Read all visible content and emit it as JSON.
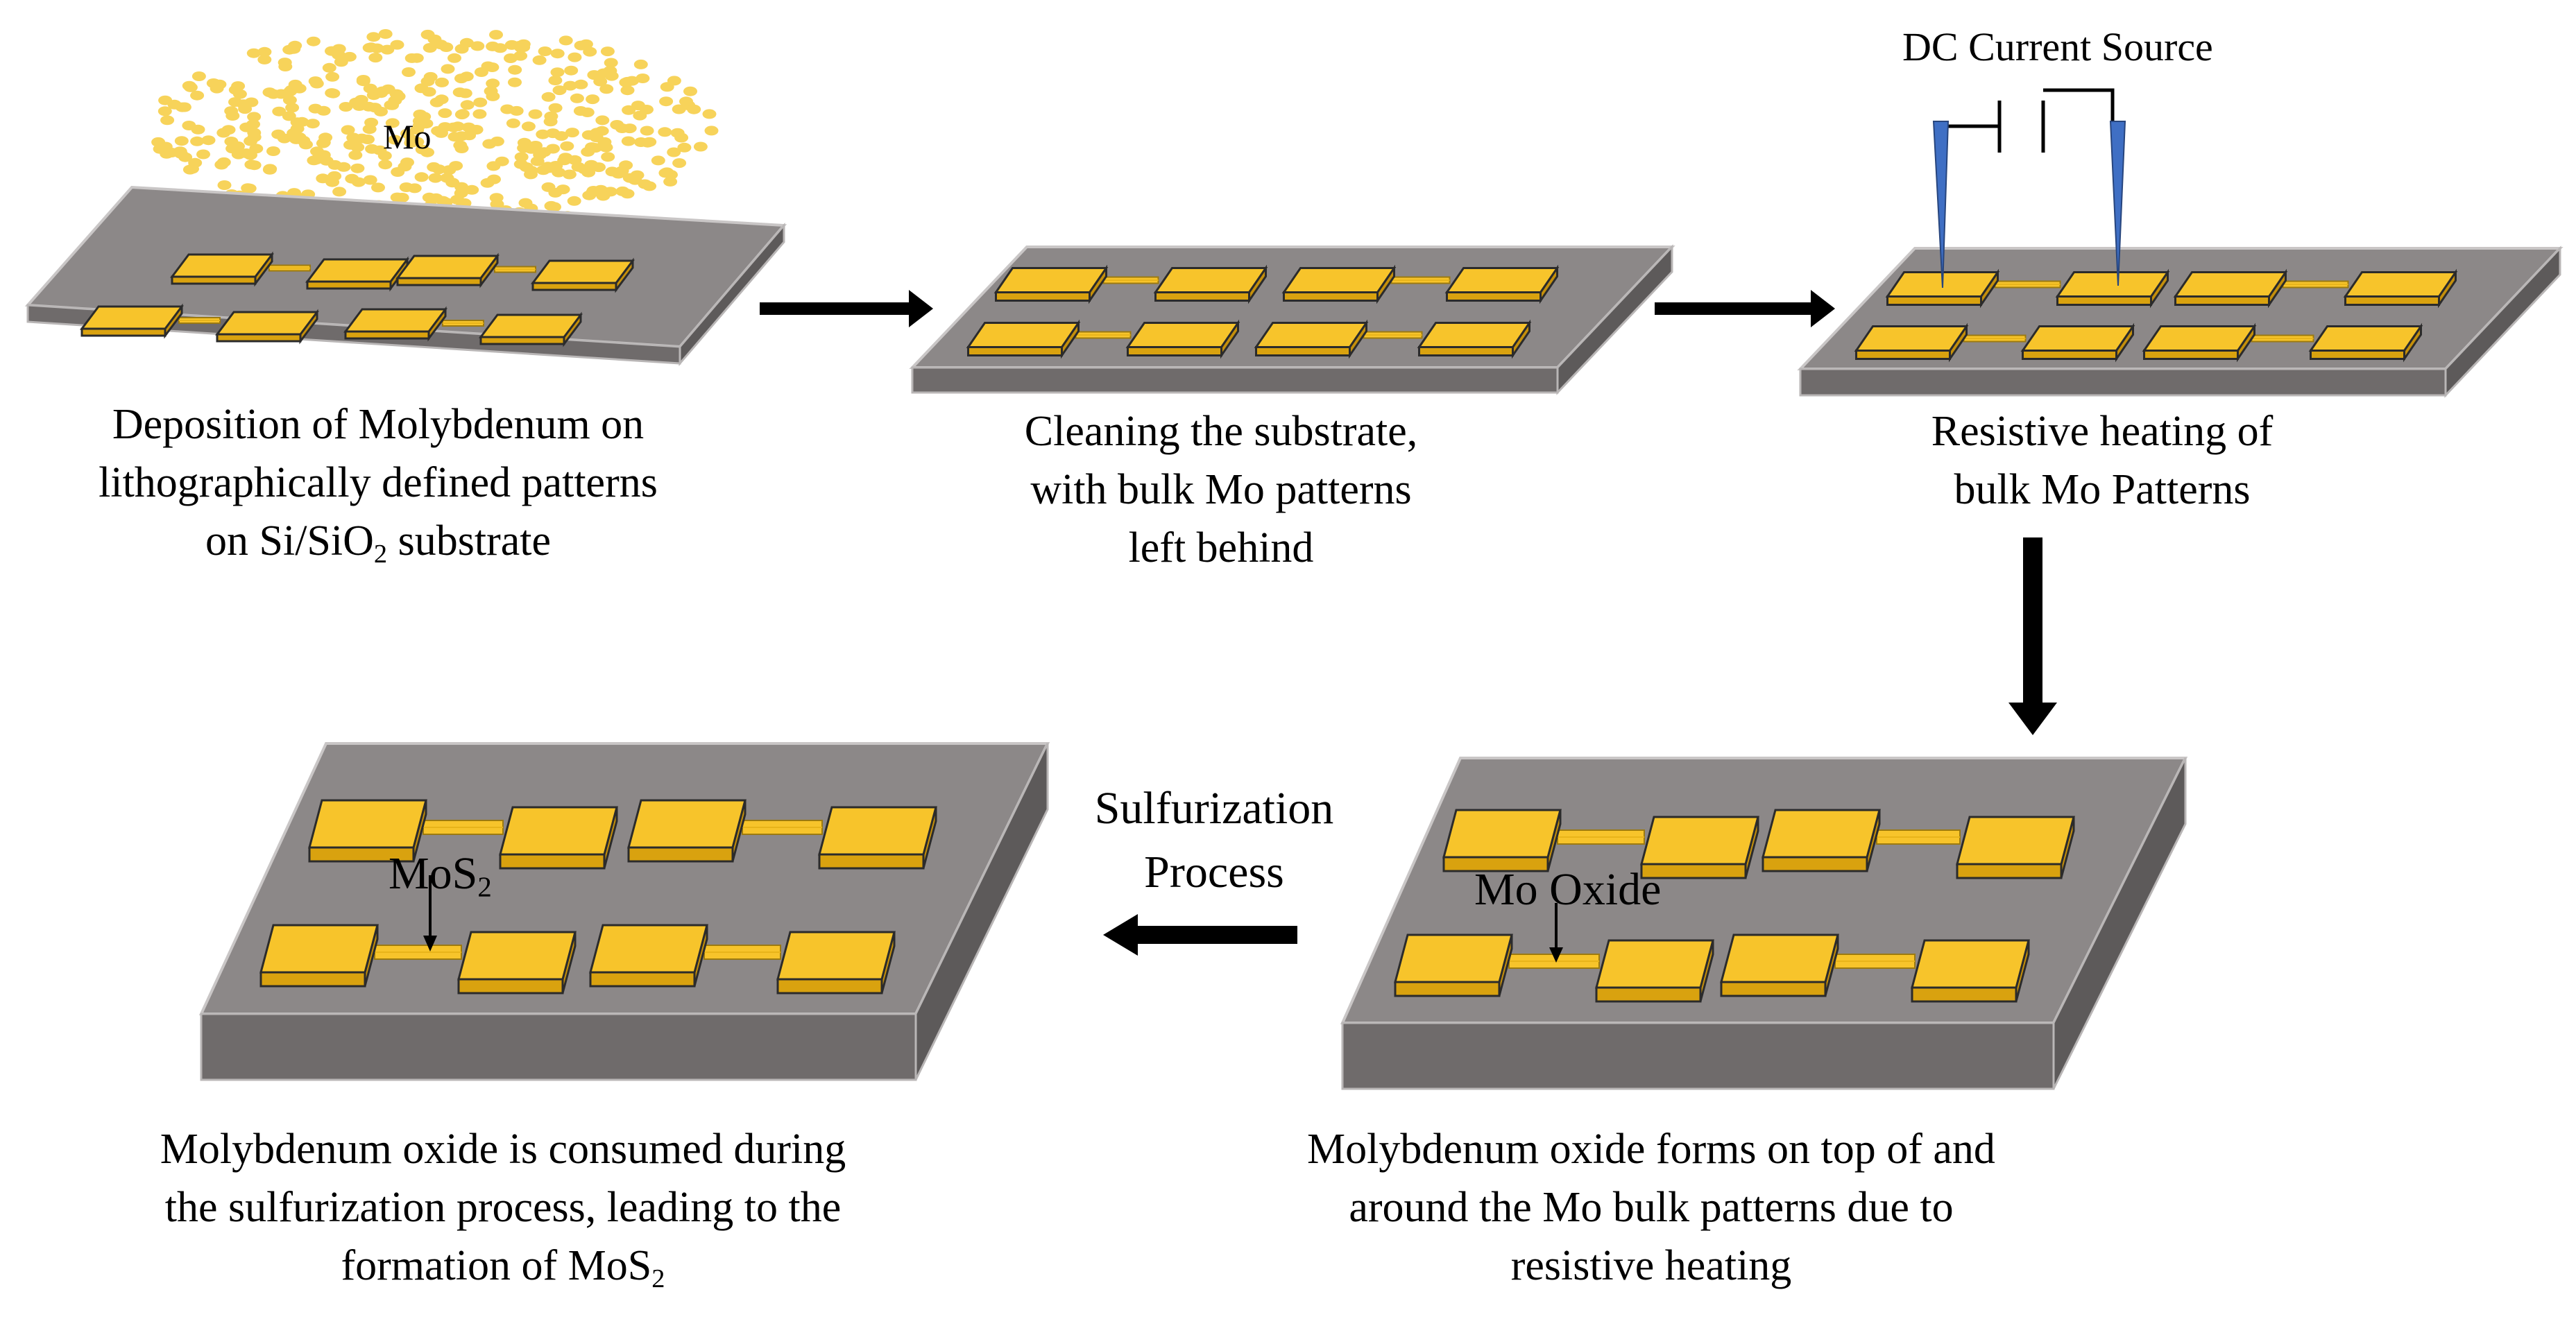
{
  "colors": {
    "substrate_top": "#8c8888",
    "substrate_front": "#6f6b6b",
    "substrate_side": "#5d5a5a",
    "pad_top": "#f7c42b",
    "pad_side": "#d9a20f",
    "mo_dots": "#f7d35a",
    "probe": "#3f6fc4",
    "arrow": "#000000"
  },
  "labels": {
    "mo": "Mo",
    "dc_source": "DC Current Source",
    "mo_oxide": "Mo Oxide",
    "mos2_base": "MoS",
    "mos2_sub": "2"
  },
  "captions": {
    "step1": {
      "line1": "Deposition of Molybdenum on",
      "line2": "lithographically defined patterns",
      "line3_pre": "on Si/SiO",
      "line3_sub": "2",
      "line3_post": " substrate"
    },
    "step2": {
      "line1": "Cleaning the substrate,",
      "line2": "with bulk Mo patterns",
      "line3": "left behind"
    },
    "step3": {
      "line1": "Resistive heating of",
      "line2": "bulk Mo Patterns"
    },
    "step4": {
      "line1": "Molybdenum oxide forms on top of and",
      "line2": "around the Mo bulk patterns due to",
      "line3": "resistive heating"
    },
    "step5": {
      "line1": "Molybdenum oxide is consumed during",
      "line2": "the sulfurization process, leading to the",
      "line3_pre": "formation of MoS",
      "line3_sub": "2"
    },
    "sulfurization": {
      "line1": "Sulfurization",
      "line2": "Process"
    }
  }
}
